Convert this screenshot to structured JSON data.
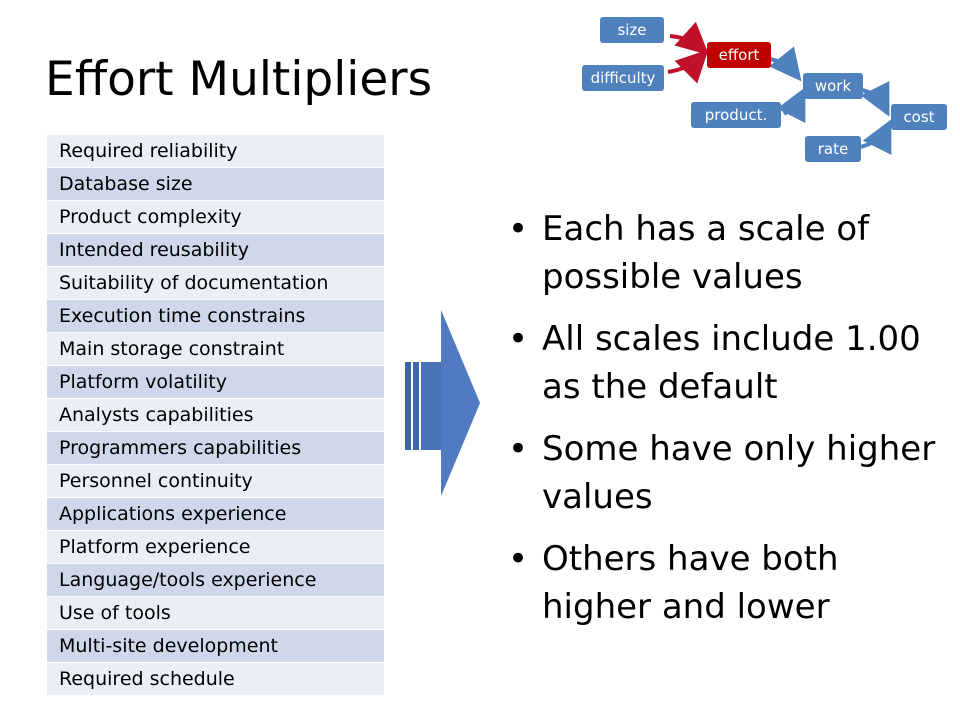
{
  "slide": {
    "title": "Effort Multipliers",
    "multipliers": [
      "Required reliability",
      "Database size",
      "Product complexity",
      "Intended reusability",
      "Suitability of documentation",
      "Execution time constrains",
      "Main storage constraint",
      "Platform volatility",
      "Analysts capabilities",
      "Programmers capabilities",
      "Personnel continuity",
      "Applications experience",
      "Platform experience",
      "Language/tools experience",
      "Use of tools",
      "Multi-site development",
      "Required schedule"
    ],
    "bullets": [
      "Each has a scale of possible values",
      "All scales include 1.00 as the default",
      "Some have only higher values",
      "Others have both higher and lower"
    ],
    "bullet_glyph": "•"
  },
  "diagram": {
    "nodes": {
      "size": "size",
      "difficulty": "difficulty",
      "effort": "effort",
      "productivity": "product.",
      "work": "work",
      "rate": "rate",
      "cost": "cost"
    },
    "colors": {
      "node_blue": "#4f81bd",
      "node_highlight": "#c00000",
      "arrow_red": "#c0102a",
      "arrow_blue": "#4f81bd",
      "big_arrow": "#4a74b8"
    }
  }
}
